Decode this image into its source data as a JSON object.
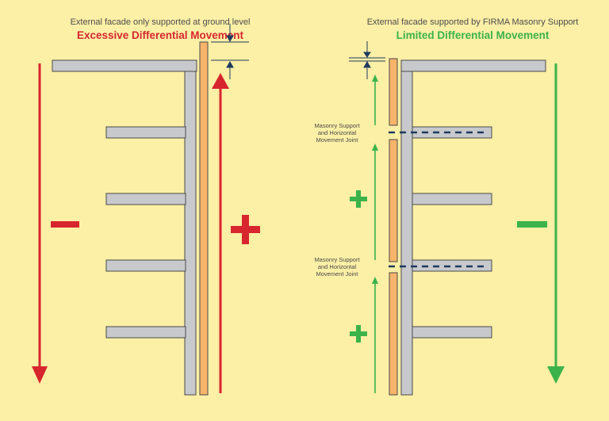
{
  "left": {
    "subtitle": "External facade only supported at ground level",
    "heading": "Excessive Differential Movement",
    "heading_color": "#d7262e"
  },
  "right": {
    "subtitle": "External facade supported by FIRMA Masonry Support",
    "heading": "Limited Differential Movement",
    "heading_color": "#3bb34a",
    "joint_notes": [
      {
        "lines": [
          "Masonry Support",
          "and Horizontal",
          "Movement Joint"
        ]
      },
      {
        "lines": [
          "Masonry Support",
          "and Horizontal",
          "Movement Joint"
        ]
      }
    ]
  },
  "colors": {
    "background": "#fcefa6",
    "structure": "#c7c9cc",
    "structure_stroke": "#4a4a4a",
    "facade": "#f7b46b",
    "negative": "#d7262e",
    "positive": "#3bb34a",
    "dimension": "#1f3a5f"
  }
}
